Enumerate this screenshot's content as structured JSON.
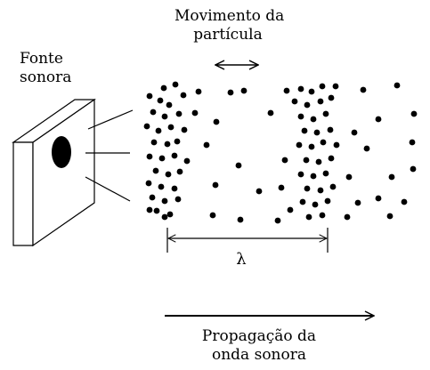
{
  "labels": {
    "source_line1": "Fonte",
    "source_line2": "sonora",
    "particle_line1": "Movimento da",
    "particle_line2": "partícula",
    "wavelength": "λ",
    "propagation_line1": "Propagação da",
    "propagation_line2": "onda sonora"
  },
  "colors": {
    "ink": "#000000",
    "background": "#ffffff"
  },
  "icons": {
    "particle_motion": "double-headed-arrow",
    "wavelength_span": "dimension-arrow",
    "propagation": "right-arrow",
    "sound_source": "loudspeaker-box"
  }
}
